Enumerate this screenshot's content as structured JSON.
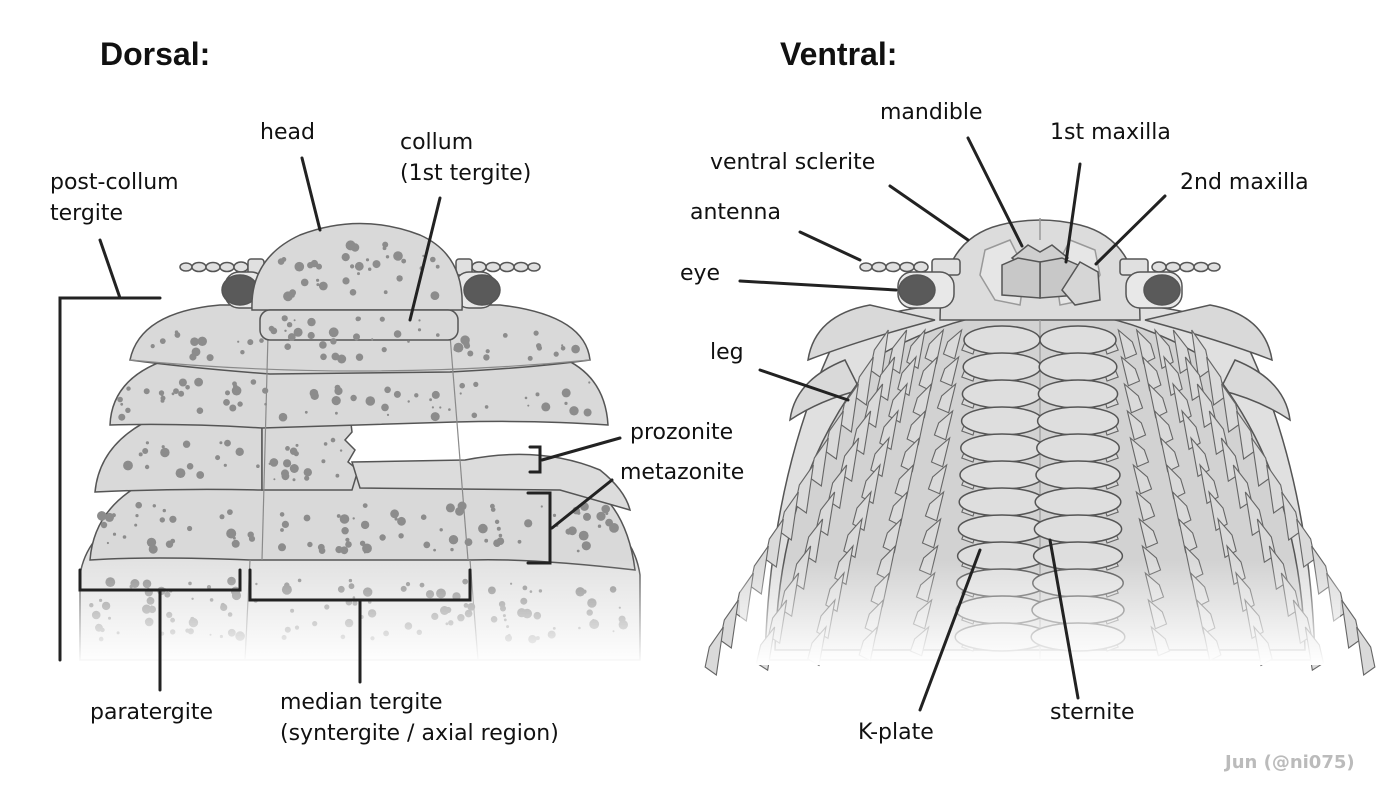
{
  "panels": {
    "dorsal": {
      "title": "Dorsal:"
    },
    "ventral": {
      "title": "Ventral:"
    }
  },
  "labels": {
    "head": "head",
    "collum_1": "collum",
    "collum_2": "(1st tergite)",
    "post_collum_1": "post-collum",
    "post_collum_2": "tergite",
    "prozonite": "prozonite",
    "metazonite": "metazonite",
    "paratergite": "paratergite",
    "median_tergite_1": "median tergite",
    "median_tergite_2": "(syntergite / axial region)",
    "mandible": "mandible",
    "first_maxilla": "1st maxilla",
    "second_maxilla": "2nd maxilla",
    "ventral_sclerite": "ventral sclerite",
    "antenna": "antenna",
    "eye": "eye",
    "leg": "leg",
    "k_plate": "K-plate",
    "sternite": "sternite"
  },
  "credit": "Jun (@ni075)",
  "colors": {
    "body_fill": "#d9d9d9",
    "outline": "#555555",
    "eye": "#5a5a5a",
    "leader": "#222222",
    "speckle": "#8c8c8c"
  }
}
